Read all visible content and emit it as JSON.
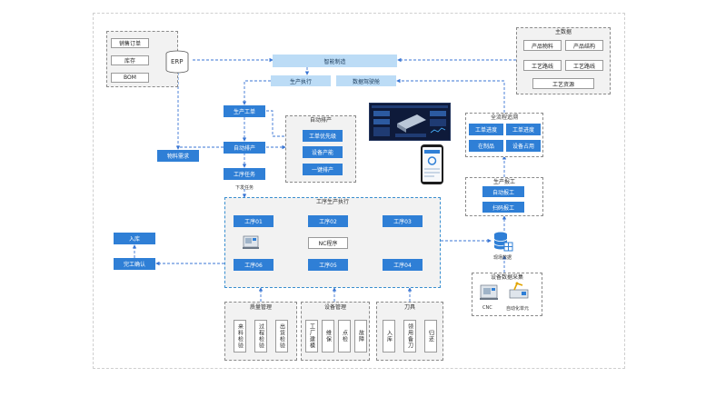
{
  "erp": {
    "label": "ERP",
    "items": [
      "销售订单",
      "库存",
      "BOM"
    ]
  },
  "master_data": {
    "title": "主数据",
    "items": [
      "产品物料",
      "产品结构",
      "工艺路线",
      "工艺路线",
      "工艺资源"
    ]
  },
  "smart_manufacturing": {
    "label": "智能制造",
    "execution": "生产执行",
    "data_cockpit": "数据驾驶舱"
  },
  "production": {
    "work_order": "生产工单",
    "auto_schedule": "自动排产",
    "process_task": "工序任务",
    "dispatch": "下发任务",
    "material_demand": "物料需求"
  },
  "auto_schedule_panel": {
    "title": "自动排产",
    "items": [
      "工单优先级",
      "设备产能",
      "一键排产"
    ]
  },
  "process_execution": {
    "title": "工序生产执行",
    "steps": [
      "工序01",
      "工序02",
      "工序03",
      "工序04",
      "工序05",
      "工序06"
    ],
    "nc": "NC程序"
  },
  "warehouse": {
    "stock_in": "入库",
    "completion": "完工确认"
  },
  "tracking": {
    "title": "全流程追溯",
    "items": [
      "工单进度",
      "工单进度",
      "在制品",
      "设备占用"
    ]
  },
  "reporting": {
    "title": "生产报工",
    "items": [
      "自动报工",
      "扫码报工"
    ]
  },
  "field_data": {
    "label": "现场数据"
  },
  "equipment_collection": {
    "title": "设备数据采集",
    "cnc": "CNC",
    "auto_unit": "自动化单元"
  },
  "quality": {
    "title": "质量管理",
    "items": [
      "来料检验",
      "过程检验",
      "出货检验"
    ]
  },
  "equipment_mgmt": {
    "title": "设备管理",
    "items": [
      "工厂建模",
      "维保",
      "点检",
      "故障"
    ]
  },
  "tooling": {
    "title": "刀具",
    "items": [
      "入库",
      "领用备刀",
      "归还"
    ]
  },
  "colors": {
    "primary": "#2f7fd6",
    "light": "#bcdcf6",
    "arrow": "#3a76d4",
    "flow": "#7ac943"
  }
}
